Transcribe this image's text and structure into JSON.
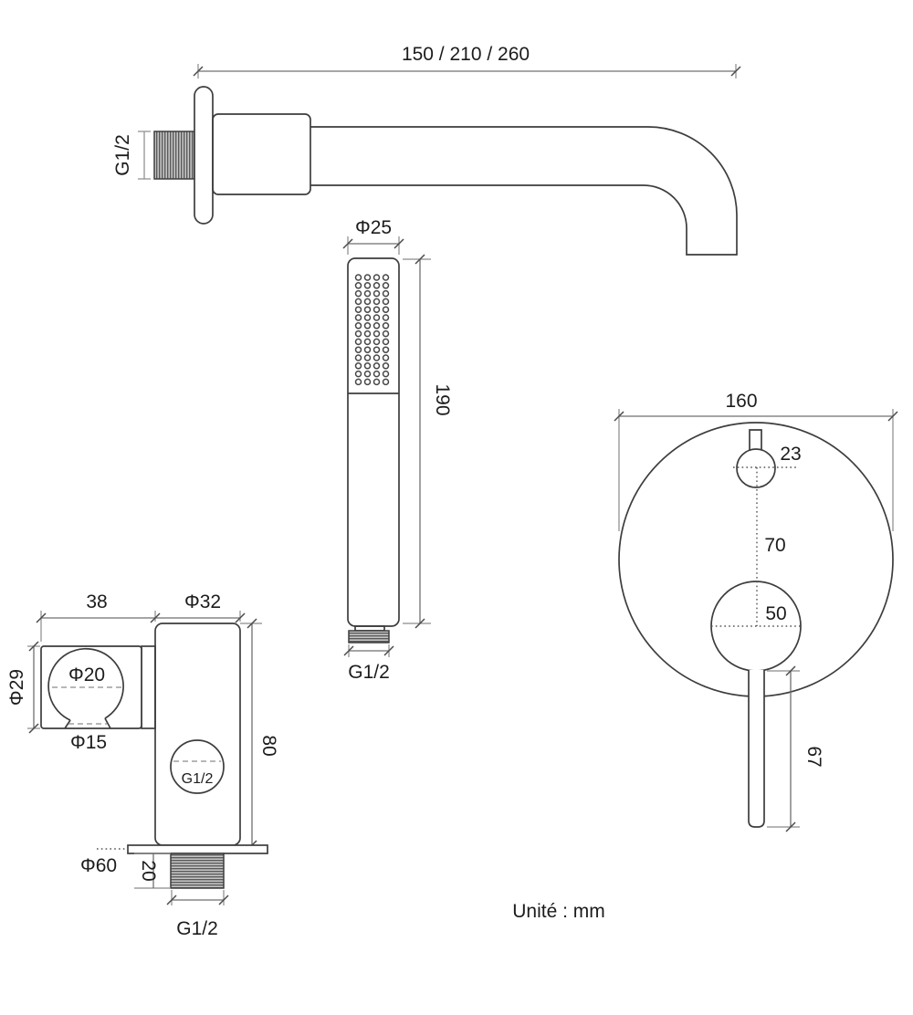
{
  "unit_note": "Unité : mm",
  "colors": {
    "background": "#ffffff",
    "line": "#3d3d3d",
    "dim_line": "#8a8a8a",
    "text": "#1c1c1c",
    "thread_dark": "#5a5a5a",
    "thread_light": "#c4c4c4"
  },
  "spout": {
    "length_options": "150 / 210 / 260",
    "wall_thread": "G1/2"
  },
  "hand_shower": {
    "head_diameter": "Φ25",
    "length": "190",
    "connector_thread": "G1/2"
  },
  "mixer_plate": {
    "plate_diameter": "160",
    "diverter_diameter": "23",
    "center_spacing": "70",
    "handle_base_diameter": "50",
    "handle_length": "67"
  },
  "angle_valve": {
    "bracket_width": "38",
    "body_width": "Φ32",
    "bracket_height": "Φ29",
    "holder_inner_diameter": "Φ20",
    "holder_opening": "Φ15",
    "side_port_thread": "G1/2",
    "body_height": "80",
    "flange_diameter": "Φ60",
    "thread_length": "20",
    "bottom_thread": "G1/2"
  }
}
